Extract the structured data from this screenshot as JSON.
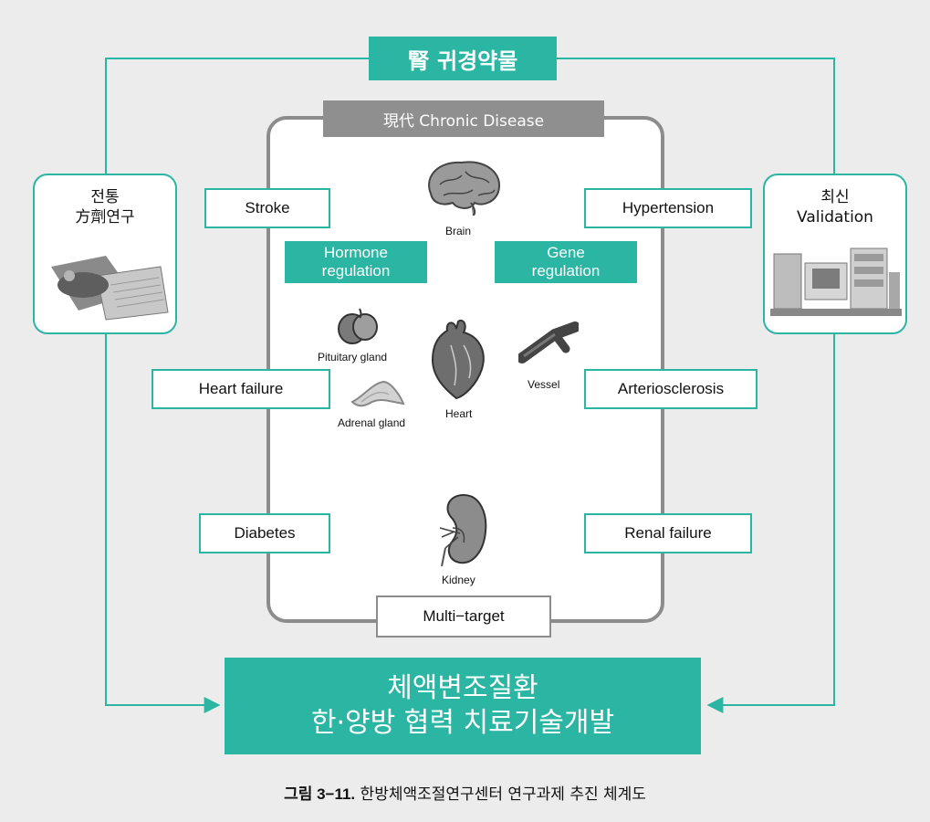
{
  "top_banner": "腎 귀경약물",
  "panel_header": "現代 Chronic Disease",
  "left_card": {
    "line1": "전통",
    "line2": "方劑연구"
  },
  "right_card": {
    "line1": "최신",
    "line2": "Validation"
  },
  "diseases": {
    "stroke": "Stroke",
    "hypertension": "Hypertension",
    "heart_failure": "Heart failure",
    "arteriosclerosis": "Arteriosclerosis",
    "diabetes": "Diabetes",
    "renal_failure": "Renal failure"
  },
  "regulation": {
    "hormone": {
      "line1": "Hormone",
      "line2": "regulation"
    },
    "gene": {
      "line1": "Gene",
      "line2": "regulation"
    }
  },
  "organs": {
    "brain": "Brain",
    "heart": "Heart",
    "kidney": "Kidney",
    "pituitary": "Pituitary gland",
    "adrenal": "Adrenal gland",
    "vessel": "Vessel"
  },
  "multi_target": "Multi−target",
  "goal": {
    "line1": "체액변조질환",
    "line2": "한·양방 협력 치료기술개발"
  },
  "caption": {
    "figure_no": "그림 3−11.",
    "text": " 한방체액조절연구센터 연구과제 추진 체계도"
  },
  "colors": {
    "teal": "#2bb5a3",
    "frame_gray": "#8c8c8c",
    "background": "#ececec"
  }
}
